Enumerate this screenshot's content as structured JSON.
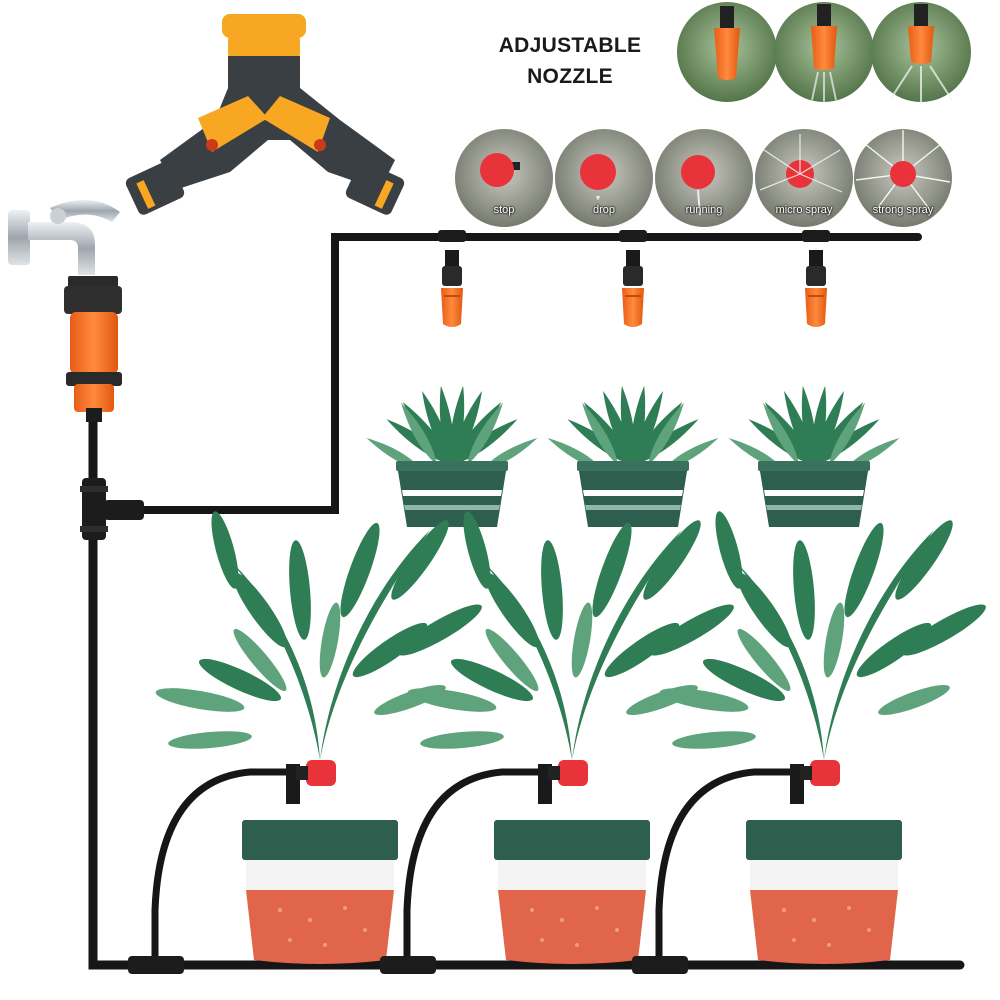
{
  "heading": {
    "line1": "ADJUSTABLE",
    "line2": "NOZZLE"
  },
  "nozzle_modes": [
    "stop",
    "drop",
    "running",
    "micro spray",
    "strong spray"
  ],
  "colors": {
    "tube": "#161616",
    "fitting_orange": "#f26a21",
    "nozzle_red": "#e8333b",
    "leaf_dark": "#2e7d55",
    "leaf_light": "#5fa37c",
    "pot_dark": "#2e5e4e",
    "pot_terracotta": "#e0654a",
    "faucet_chrome": "#b8bec4",
    "splitter_body": "#3a3f44",
    "splitter_cap": "#f7a721"
  },
  "icons": [
    "faucet-icon",
    "hose-connector-icon",
    "y-splitter-icon",
    "nozzle-icon",
    "tee-connector-icon",
    "hanging-plant-icon",
    "potted-plant-icon"
  ]
}
